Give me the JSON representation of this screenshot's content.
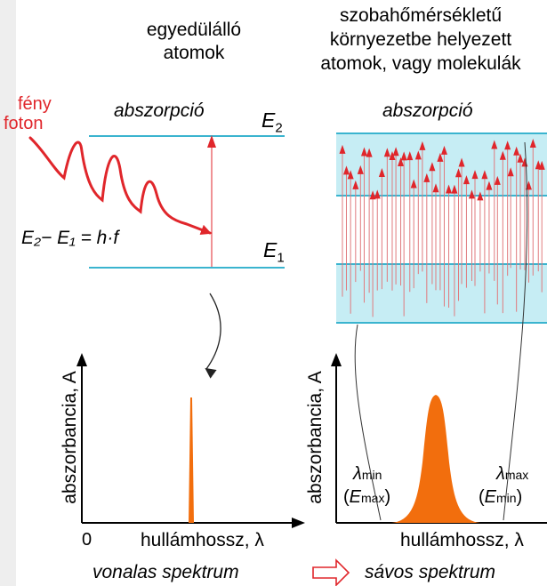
{
  "left": {
    "title_line1": "egyedülálló",
    "title_line2": "atomok",
    "photon_label_1": "fény",
    "photon_label_2": "foton",
    "process": "abszorpció",
    "E2": "E",
    "E2_sub": "2",
    "E1": "E",
    "E1_sub": "1",
    "equation": "E₂− E₁ = h·f",
    "ylabel": "abszorbancia, A",
    "origin": "0",
    "xlabel": "hullámhossz, λ",
    "spectrum_name": "vonalas spektrum"
  },
  "right": {
    "title_line1": "szobahőmérsékletű",
    "title_line2": "környezetbe helyezett",
    "title_line3": "atomok, vagy molekulák",
    "process": "abszorpció",
    "ylabel": "abszorbancia, A",
    "xlabel": "hullámhossz, λ",
    "lambda_min": "λmin",
    "E_max": "(Emax)",
    "lambda_max": "λmax",
    "E_min": "(Emin)",
    "spectrum_name": "sávos spektrum"
  },
  "colors": {
    "level_line": "#3ab4cf",
    "band_fill": "#c6edf4",
    "arrow_red": "#e0262b",
    "spectrum_orange": "#f26e0d"
  }
}
